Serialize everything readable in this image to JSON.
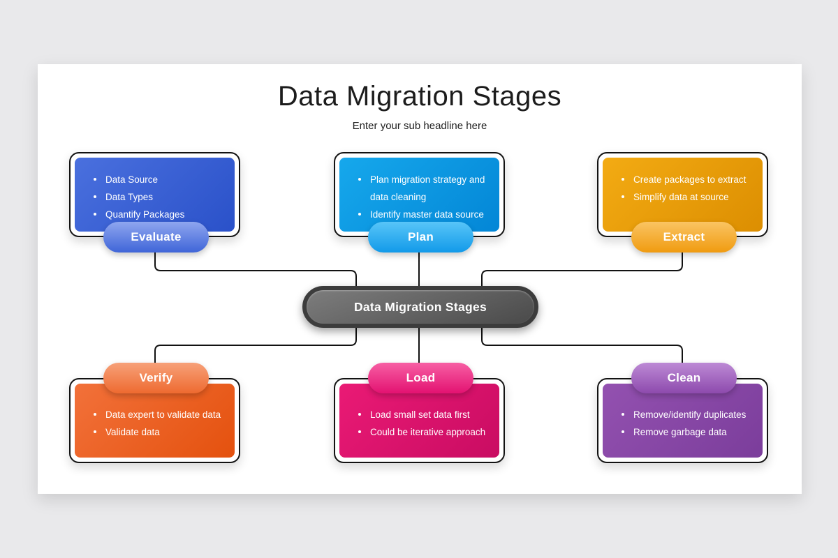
{
  "slide": {
    "title": "Data Migration Stages",
    "subtitle": "Enter your sub headline here",
    "background_color": "#e9e9eb",
    "canvas_color": "#ffffff"
  },
  "center_node": {
    "label": "Data Migration Stages",
    "colors": {
      "ring": "#3c3c3c",
      "fill_from": "#7d7d7d",
      "fill_to": "#4a4a4a",
      "text": "#ffffff"
    }
  },
  "connector_color": "#121212",
  "stages": [
    {
      "label": "Evaluate",
      "position": "top-left",
      "bullets": [
        "Data Source",
        "Data Types",
        "Quantify Packages"
      ],
      "colors": {
        "card_from": "#4a70de",
        "card_to": "#2a51c9",
        "pill_from": "#8fa6ef",
        "pill_to": "#3f65d8"
      }
    },
    {
      "label": "Plan",
      "position": "top-center",
      "bullets": [
        "Plan migration strategy and data cleaning",
        "Identify master data source"
      ],
      "colors": {
        "card_from": "#16a8ec",
        "card_to": "#0386d6",
        "pill_from": "#58c5f8",
        "pill_to": "#129ae9"
      }
    },
    {
      "label": "Extract",
      "position": "top-right",
      "bullets": [
        "Create packages to extract",
        "Simplify data at source"
      ],
      "colors": {
        "card_from": "#f3ab13",
        "card_to": "#dc8e01",
        "pill_from": "#fac463",
        "pill_to": "#f09b10"
      }
    },
    {
      "label": "Verify",
      "position": "bottom-left",
      "bullets": [
        "Data expert to validate data",
        "Validate data"
      ],
      "colors": {
        "card_from": "#f2713a",
        "card_to": "#e4510e",
        "pill_from": "#f7a179",
        "pill_to": "#ee6a30"
      }
    },
    {
      "label": "Load",
      "position": "bottom-center",
      "bullets": [
        "Load small set data first",
        "Could be iterative approach"
      ],
      "colors": {
        "card_from": "#ea1a75",
        "card_to": "#c90c62",
        "pill_from": "#f75fa4",
        "pill_to": "#e31271"
      }
    },
    {
      "label": "Clean",
      "position": "bottom-right",
      "bullets": [
        "Remove/identify duplicates",
        "Remove garbage data"
      ],
      "colors": {
        "card_from": "#9351b0",
        "card_to": "#7b3d9b",
        "pill_from": "#bd8ad5",
        "pill_to": "#8d4aad"
      }
    }
  ]
}
